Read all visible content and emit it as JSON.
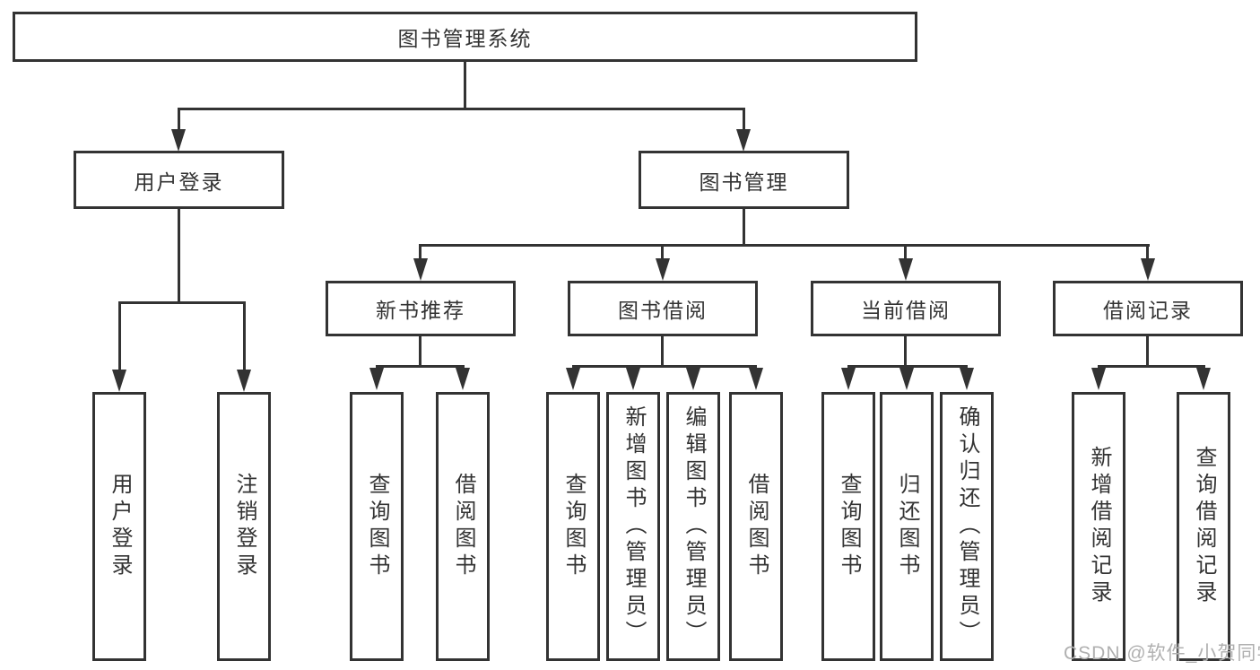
{
  "diagram": {
    "root": {
      "label": "图书管理系统",
      "children": [
        {
          "label": "用户登录",
          "children": [
            {
              "label": "用户登录"
            },
            {
              "label": "注销登录"
            }
          ]
        },
        {
          "label": "图书管理",
          "children": [
            {
              "label": "新书推荐",
              "children": [
                {
                  "label": "查询图书"
                },
                {
                  "label": "借阅图书"
                }
              ]
            },
            {
              "label": "图书借阅",
              "children": [
                {
                  "label": "查询图书"
                },
                {
                  "label": "新增图书（管理员）"
                },
                {
                  "label": "编辑图书（管理员）"
                },
                {
                  "label": "借阅图书"
                }
              ]
            },
            {
              "label": "当前借阅",
              "children": [
                {
                  "label": "查询图书"
                },
                {
                  "label": "归还图书"
                },
                {
                  "label": "确认归还（管理员）"
                }
              ]
            },
            {
              "label": "借阅记录",
              "children": [
                {
                  "label": "新增借阅记录"
                },
                {
                  "label": "查询借阅记录"
                }
              ]
            }
          ]
        }
      ]
    }
  },
  "watermark": {
    "text": "CSDN @软件_小贺同学"
  },
  "colors": {
    "line": "#333333",
    "text": "#333333",
    "box_background": "#ffffff",
    "page_background": "#ffffff",
    "watermark": "#b0b0b0"
  }
}
